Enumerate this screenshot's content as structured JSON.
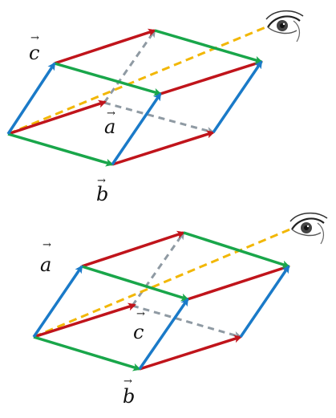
{
  "diagrams": [
    {
      "labels": {
        "top_left": "c",
        "middle": "a",
        "bottom": "b"
      },
      "vector_mark": "→"
    },
    {
      "labels": {
        "top_left": "a",
        "middle": "c",
        "bottom": "b"
      },
      "vector_mark": "→"
    }
  ],
  "colors": {
    "red": "#c0141b",
    "green": "#19a64a",
    "blue": "#1a7ac8",
    "gray": "#8f9aa3",
    "yellow": "#f2b705"
  },
  "icons": [
    "eye-icon",
    "eye-icon"
  ]
}
